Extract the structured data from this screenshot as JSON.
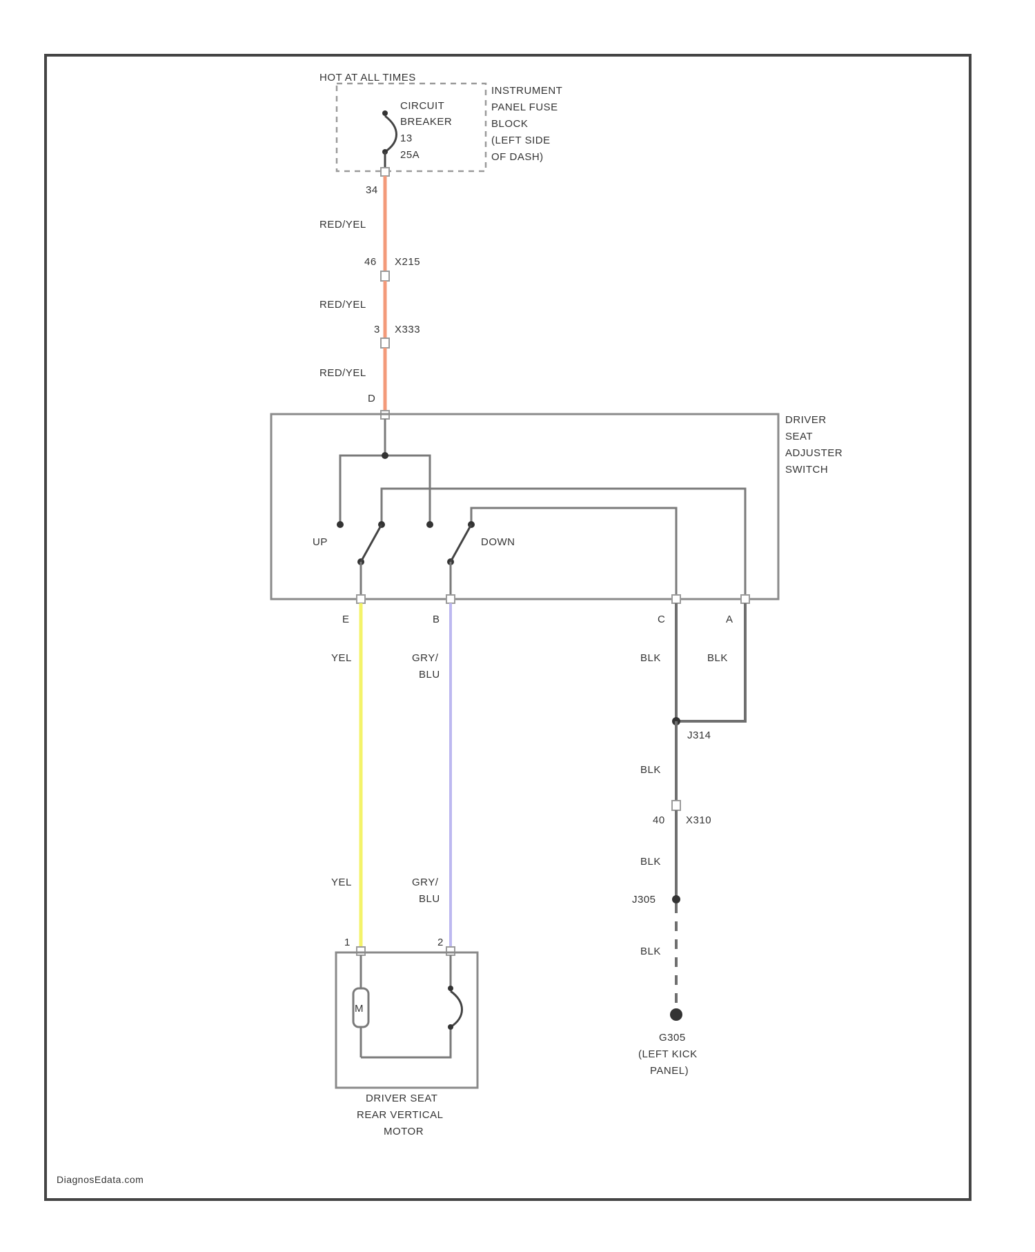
{
  "power": {
    "label": "HOT AT ALL TIMES",
    "breaker": [
      "CIRCUIT",
      "BREAKER",
      "13",
      "25A"
    ],
    "fuse_block": [
      "INSTRUMENT",
      "PANEL FUSE",
      "BLOCK",
      "(LEFT SIDE",
      "OF DASH)"
    ],
    "pin": "34"
  },
  "upper_circuit": {
    "wire_color_1": "RED/YEL",
    "wire_color_2": "RED/YEL",
    "wire_color_3": "RED/YEL",
    "conn_1_pin": "46",
    "conn_1": "X215",
    "conn_2_pin": "3",
    "conn_2": "X333",
    "switch_pin": "D"
  },
  "switch": {
    "name": [
      "DRIVER",
      "SEAT",
      "ADJUSTER",
      "SWITCH"
    ],
    "up_label": "UP",
    "down_label": "DOWN",
    "pins": [
      "E",
      "B",
      "C",
      "A"
    ]
  },
  "lower_circuit": {
    "yel_top": "YEL",
    "yel_bottom": "YEL",
    "gry_top": [
      "GRY/",
      "BLU"
    ],
    "gry_bottom": [
      "GRY/",
      "BLU"
    ],
    "blk_c": "BLK",
    "blk_a": "BLK",
    "splice_1": "J314",
    "blk_1": "BLK",
    "conn_3_pin": "40",
    "conn_3": "X310",
    "blk_2": "BLK",
    "splice_2": "J305",
    "blk_3": "BLK",
    "motor_pins": [
      "1",
      "2"
    ]
  },
  "motor": {
    "symbol": "M",
    "name": [
      "DRIVER SEAT",
      "REAR VERTICAL",
      "MOTOR"
    ]
  },
  "ground": {
    "name": [
      "G305",
      "(LEFT KICK",
      "PANEL)"
    ]
  },
  "footer": {
    "watermark": "DiagnosEdata.com"
  }
}
